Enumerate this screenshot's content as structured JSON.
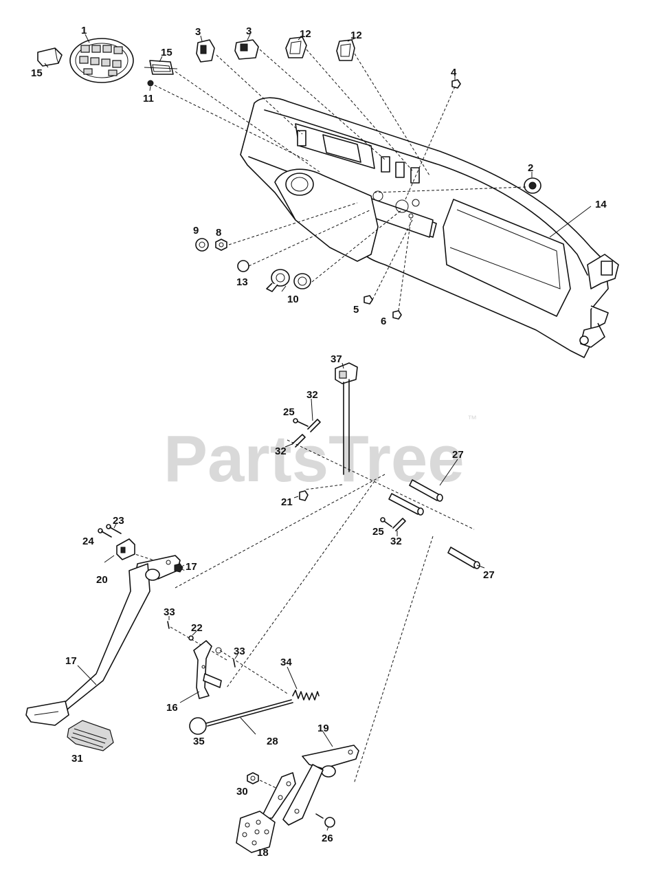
{
  "watermark": {
    "text": "PartsTree",
    "trademark": "™"
  },
  "callouts": [
    {
      "id": "c1",
      "label": "1"
    },
    {
      "id": "c15a",
      "label": "15"
    },
    {
      "id": "c15b",
      "label": "15"
    },
    {
      "id": "c11",
      "label": "11"
    },
    {
      "id": "c3a",
      "label": "3"
    },
    {
      "id": "c3b",
      "label": "3"
    },
    {
      "id": "c12a",
      "label": "12"
    },
    {
      "id": "c12b",
      "label": "12"
    },
    {
      "id": "c4",
      "label": "4"
    },
    {
      "id": "c2",
      "label": "2"
    },
    {
      "id": "c14",
      "label": "14"
    },
    {
      "id": "c9",
      "label": "9"
    },
    {
      "id": "c8",
      "label": "8"
    },
    {
      "id": "c13",
      "label": "13"
    },
    {
      "id": "c10",
      "label": "10"
    },
    {
      "id": "c5",
      "label": "5"
    },
    {
      "id": "c6",
      "label": "6"
    },
    {
      "id": "c37",
      "label": "37"
    },
    {
      "id": "c32a",
      "label": "32"
    },
    {
      "id": "c25a",
      "label": "25"
    },
    {
      "id": "c32b",
      "label": "32"
    },
    {
      "id": "c27a",
      "label": "27"
    },
    {
      "id": "c21",
      "label": "21"
    },
    {
      "id": "c25b",
      "label": "25"
    },
    {
      "id": "c32c",
      "label": "32"
    },
    {
      "id": "c27b",
      "label": "27"
    },
    {
      "id": "c23",
      "label": "23"
    },
    {
      "id": "c24",
      "label": "24"
    },
    {
      "id": "c20",
      "label": "20"
    },
    {
      "id": "c17a",
      "label": "17"
    },
    {
      "id": "c33a",
      "label": "33"
    },
    {
      "id": "c22",
      "label": "22"
    },
    {
      "id": "c33b",
      "label": "33"
    },
    {
      "id": "c34",
      "label": "34"
    },
    {
      "id": "c17b",
      "label": "17"
    },
    {
      "id": "c16",
      "label": "16"
    },
    {
      "id": "c35",
      "label": "35"
    },
    {
      "id": "c28",
      "label": "28"
    },
    {
      "id": "c31",
      "label": "31"
    },
    {
      "id": "c19",
      "label": "19"
    },
    {
      "id": "c30",
      "label": "30"
    },
    {
      "id": "c26",
      "label": "26"
    },
    {
      "id": "c18",
      "label": "18"
    }
  ]
}
